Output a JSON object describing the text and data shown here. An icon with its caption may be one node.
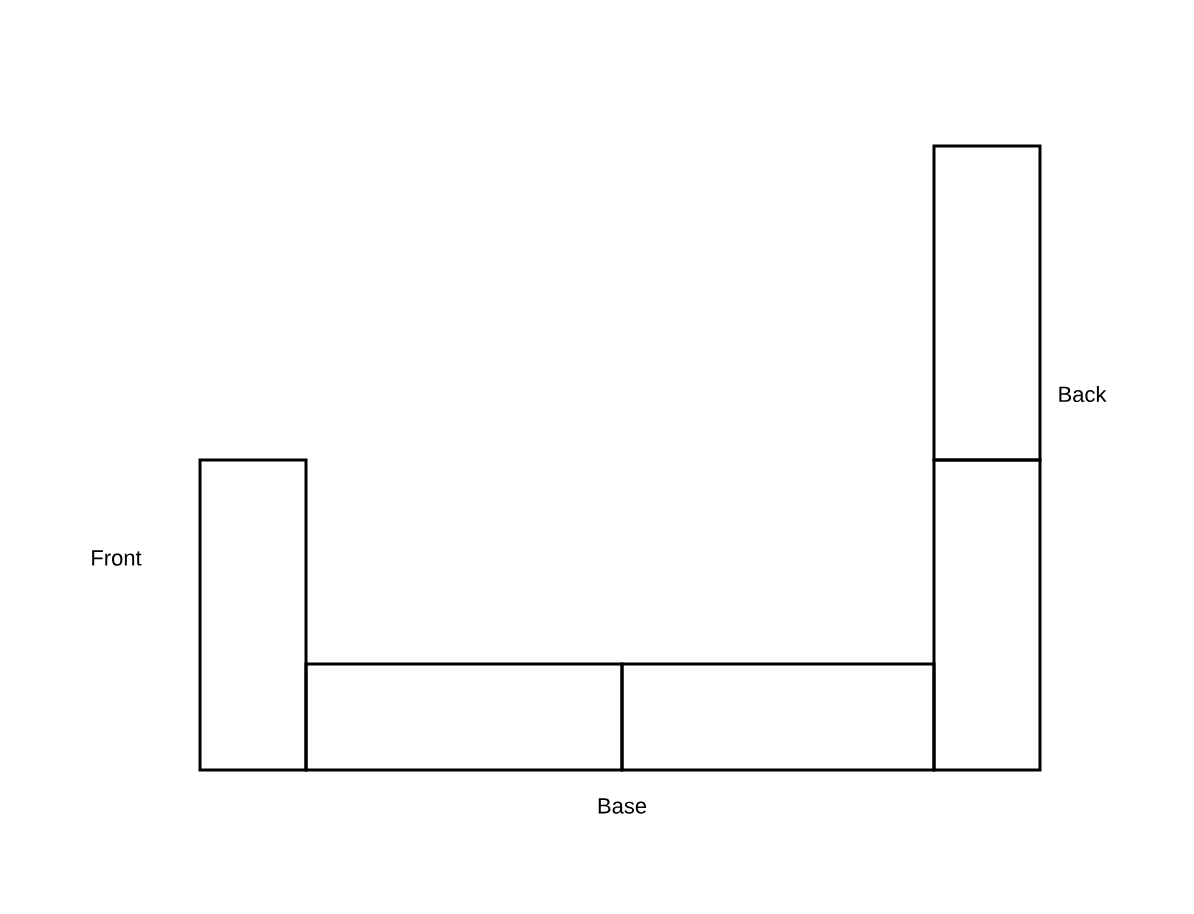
{
  "diagram": {
    "nodes": [
      {
        "text": [],
        "shape": "box"
      },
      {
        "text": [],
        "shape": "box"
      },
      {
        "text": [],
        "shape": "box"
      },
      {
        "text": [],
        "shape": "box"
      },
      {
        "text": [],
        "shape": "box"
      }
    ],
    "labels": [
      "Back",
      "Front",
      "Base"
    ]
  }
}
